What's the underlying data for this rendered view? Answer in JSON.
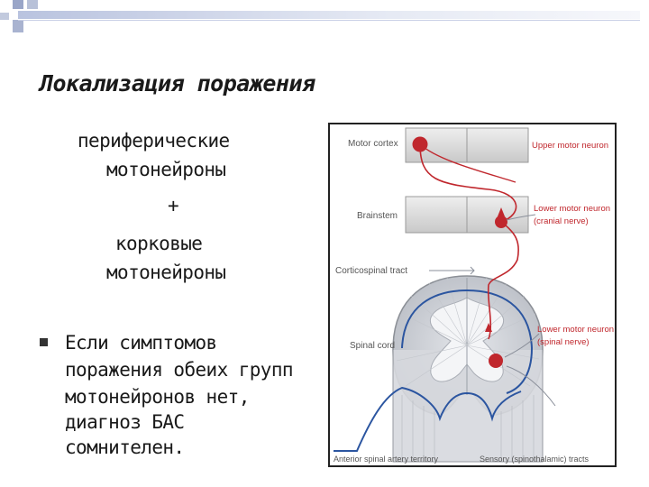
{
  "slide": {
    "title": "Локализация поражения",
    "text_lines": [
      "периферические",
      "мотонейроны",
      "+",
      "корковые",
      "мотонейроны"
    ],
    "bullet_lines": [
      "Если симптомов",
      "поражения обеих групп",
      "мотонейронов нет,",
      "диагноз БАС",
      "сомнителен."
    ]
  },
  "figure": {
    "labels_left": {
      "motor_cortex": "Motor cortex",
      "brainstem": "Brainstem",
      "corticospinal": "Corticospinal tract",
      "spinal_cord": "Spinal cord"
    },
    "labels_right": {
      "upper_motor": "Upper motor neuron",
      "lower_motor_cranial_1": "Lower motor neuron",
      "lower_motor_cranial_2": "(cranial nerve)",
      "lower_motor_spinal_1": "Lower motor neuron",
      "lower_motor_spinal_2": "(spinal nerve)"
    },
    "labels_bottom": {
      "anterior": "Anterior spinal artery territory",
      "sensory": "Sensory (spinothalamic) tracts"
    },
    "colors": {
      "neuron": "#c0272d",
      "boundary": "#2b55a0",
      "label": "#555555",
      "right_label": "#c0272d"
    }
  }
}
